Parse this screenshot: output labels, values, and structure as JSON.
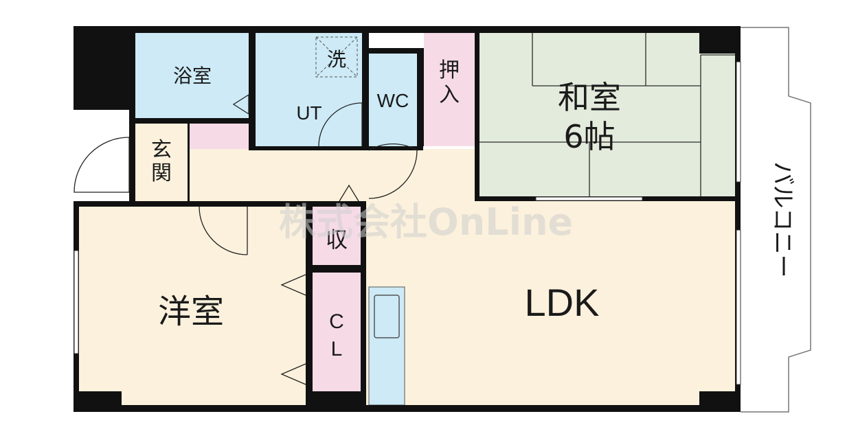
{
  "colors": {
    "wall": "#111111",
    "bath": "#cdeaf6",
    "storage": "#f6dbe6",
    "living": "#fcf1dc",
    "tatami": "#e3ebdc",
    "tatami_line": "#2a2a2a",
    "watermark": "#cfcfcf"
  },
  "rooms": {
    "bath": "浴室",
    "wash": "洗",
    "ut": "UT",
    "wc": "WC",
    "closet_oshiire": "押入",
    "washitsu": "和室",
    "washitsu_size": "6帖",
    "genkan": "玄関",
    "youshitsu": "洋室",
    "shu": "収",
    "cl_c": "C",
    "cl_l": "L",
    "ldk": "LDK",
    "balcony": "バルコニー"
  },
  "watermark": "株式会社OnLine"
}
